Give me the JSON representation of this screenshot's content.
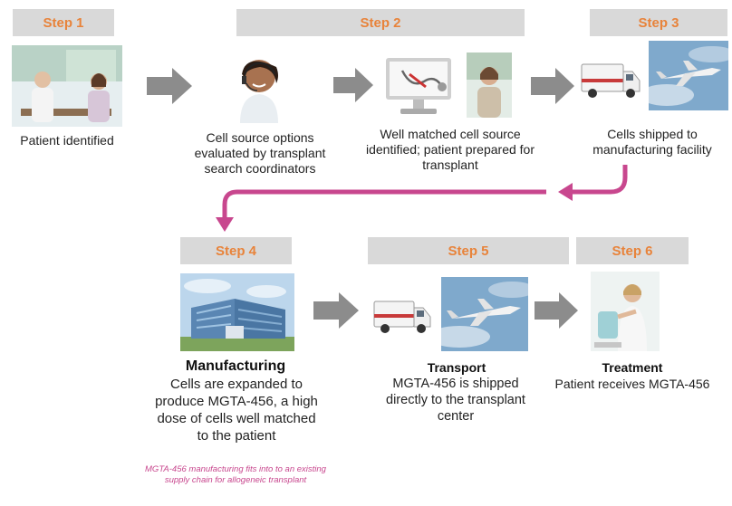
{
  "steps": {
    "s1": "Step 1",
    "s2": "Step 2",
    "s3": "Step 3",
    "s4": "Step 4",
    "s5": "Step 5",
    "s6": "Step 6"
  },
  "captions": {
    "patient_identified": "Patient identified",
    "cell_source_options": "Cell source options evaluated by transplant search coordinators",
    "well_matched": "Well matched cell source identified; patient prepared for transplant",
    "cells_shipped": "Cells shipped to manufacturing facility",
    "manufacturing_title": "Manufacturing",
    "manufacturing_text": "Cells are expanded to produce MGTA-456, a high dose of cells well matched to the patient",
    "transport_title": "Transport",
    "transport_text": "MGTA-456 is shipped directly to the transplant center",
    "treatment_title": "Treatment",
    "treatment_text": "Patient receives MGTA-456"
  },
  "note": "MGTA-456 manufacturing fits into to an existing supply chain for allogeneic transplant",
  "colors": {
    "step_text": "#e8833a",
    "step_bg": "#d9d9d9",
    "arrow_gray": "#8c8c8c",
    "connector_pink": "#c8478e"
  }
}
